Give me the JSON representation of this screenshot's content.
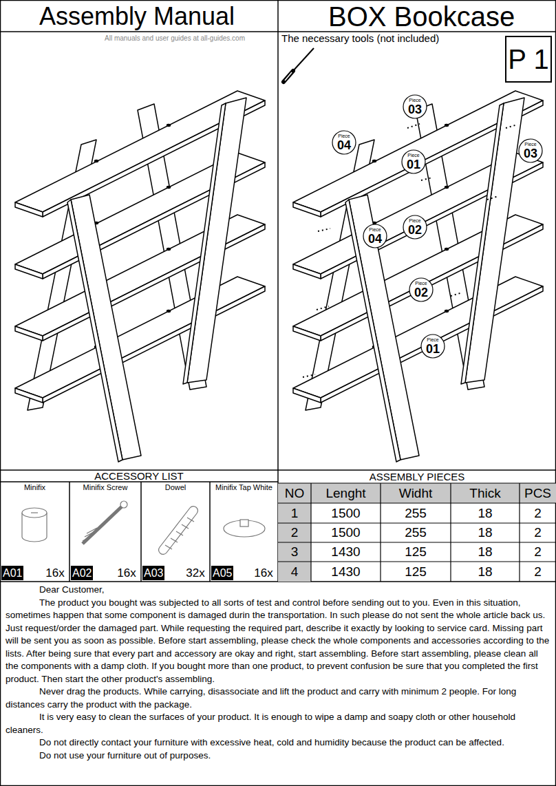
{
  "diagram": {
    "title": "Assembly Manual",
    "nodes": [
      {
        "text": [
          "P 1"
        ]
      },
      {
        "text": [
          "Piece",
          "03"
        ]
      },
      {
        "text": [
          "Piece",
          "04"
        ]
      },
      {
        "text": [
          "Piece",
          "03"
        ]
      },
      {
        "text": [
          "Piece",
          "01"
        ]
      },
      {
        "text": [
          "Piece",
          "02"
        ]
      },
      {
        "text": [
          "Piece",
          "04"
        ]
      },
      {
        "text": [
          "Piece",
          "02"
        ]
      },
      {
        "text": [
          "Piece",
          "01"
        ]
      }
    ],
    "labels": [
      "BOX Bookcase",
      "All manuals and user guides at all-guides.com",
      "The necessary tools (not included)",
      "ACCESSORY LIST",
      "Minifix",
      "Minifix Screw",
      "Dowel",
      "Minifix Tap White",
      "A01",
      "16x",
      "A02",
      "16x",
      "A03",
      "32x",
      "A05",
      "16x",
      "ASSEMBLY PIECES",
      "NO",
      "Lenght",
      "Widht",
      "Thick",
      "PCS",
      "1",
      "1500",
      "255",
      "18",
      "2",
      "2",
      "1500",
      "255",
      "18",
      "2",
      "3",
      "1430",
      "125",
      "18",
      "2",
      "4",
      "1430",
      "125",
      "18",
      "2",
      "Dear Customer,",
      "The product you bought was subjected to all sorts of test and control before sending out to you. Even in this situation, sometimes happen that some component is damaged durin the transportation. In such please do not sent the whole article back us. Just request/order the damaged part. While requesting the required part, describe it exactly by looking to service card. Missing part will be sent you as soon as possible. Before start assembling, please check the whole components and accessories according to the lists. After being sure that every part and accessory are okay and right, start assembling. Before start assembling, please clean all the components with a damp cloth. If you bought more than one product, to prevent confusion be sure that you completed the first product. Then start the other product's assembling.",
      "Never drag the products. While carrying, disassociate and lift the product and carry with minimum 2 people. For long distances carry the product with the package.",
      "It is very easy to clean the surfaces of your product. It is enough to wipe a damp and soapy cloth or other household cleaners.",
      "Do not directly contact your furniture with excessive heat, cold and humidity because the product can be affected.",
      "Do not use your furniture out of purposes."
    ]
  }
}
